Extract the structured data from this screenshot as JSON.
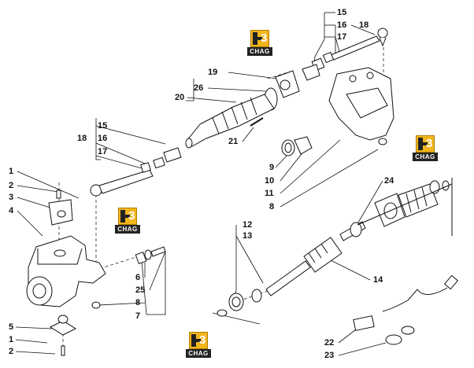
{
  "callouts": {
    "n15a": "15",
    "n16a": "16",
    "n17a": "17",
    "n18a": "18",
    "n19": "19",
    "n26": "26",
    "n20": "20",
    "n21": "21",
    "n15b": "15",
    "n16b": "16",
    "n17b": "17",
    "n18b": "18",
    "n1a": "1",
    "n2a": "2",
    "n3": "3",
    "n4": "4",
    "n9": "9",
    "n10": "10",
    "n11": "11",
    "n8a": "8",
    "n24": "24",
    "n12": "12",
    "n13": "13",
    "n6": "6",
    "n25": "25",
    "n8b": "8",
    "n7": "7",
    "n14": "14",
    "n5": "5",
    "n1b": "1",
    "n2b": "2",
    "n22": "22",
    "n23": "23"
  },
  "logos": {
    "top": "CHAG",
    "right": "CHAG",
    "left": "CHAG",
    "bottom": "CHAG"
  },
  "colors": {
    "logo_yellow": "#f2b51c",
    "logo_dark": "#222222",
    "line": "#111111"
  }
}
